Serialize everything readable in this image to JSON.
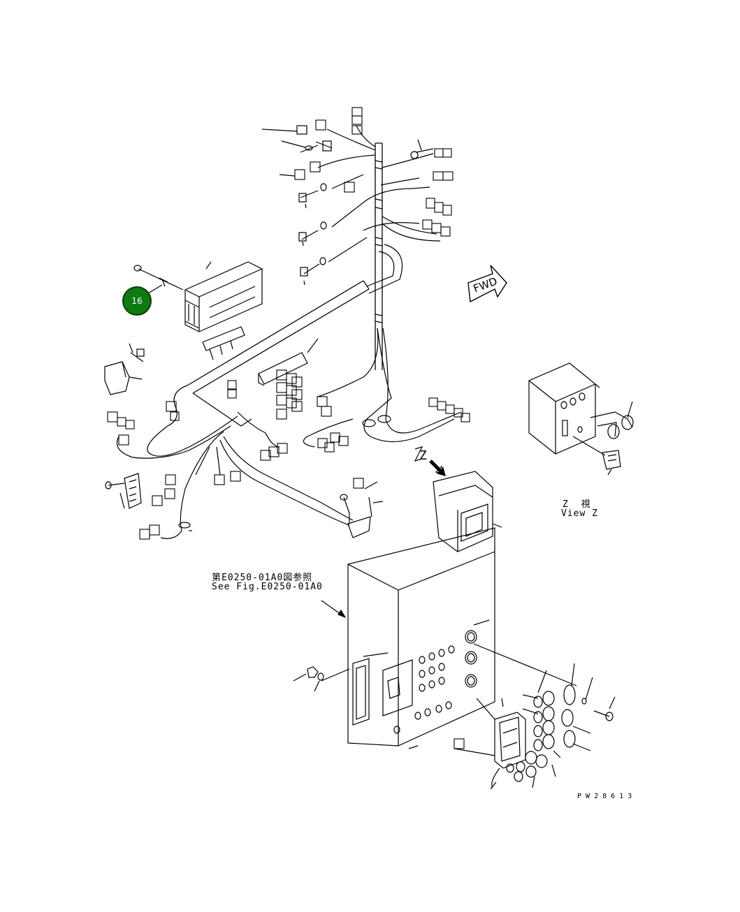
{
  "callout": {
    "number": "16",
    "color": "#0f7a12"
  },
  "labels": {
    "ref_jp": "第E0250-01A0図参照",
    "ref_en": "See Fig.E0250-01A0",
    "view_letter": "Z",
    "view_jp": "Z  視",
    "view_en": "View Z",
    "fwd": "FWD",
    "drawing_no": "P W 2 8 6 1 3"
  },
  "icons": [
    "part-callout-icon",
    "forward-direction-icon",
    "view-arrow-icon"
  ]
}
